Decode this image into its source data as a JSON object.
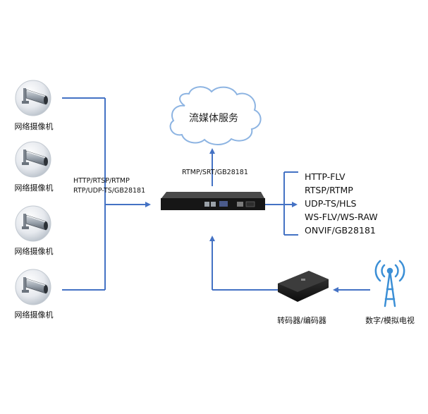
{
  "cameras": [
    {
      "label": "网络摄像机"
    },
    {
      "label": "网络摄像机"
    },
    {
      "label": "网络摄像机"
    },
    {
      "label": "网络摄像机"
    }
  ],
  "input_protocols": {
    "line1": "HTTP/RTSP/RTMP",
    "line2": "RTP/UDP-TS/GB28181"
  },
  "cloud": {
    "label": "流媒体服务"
  },
  "upstream_protocols": "RTMP/SRT/GB28181",
  "output_protocols": [
    "HTTP-FLV",
    "RTSP/RTMP",
    "UDP-TS/HLS",
    "WS-FLV/WS-RAW",
    "ONVIF/GB28181"
  ],
  "encoder": {
    "label": "转码器/编码器"
  },
  "tv_source": {
    "label": "数字/模拟电视"
  },
  "colors": {
    "line": "#4472c4",
    "antenna": "#3b8fd6",
    "device": "#1c1c1c"
  }
}
